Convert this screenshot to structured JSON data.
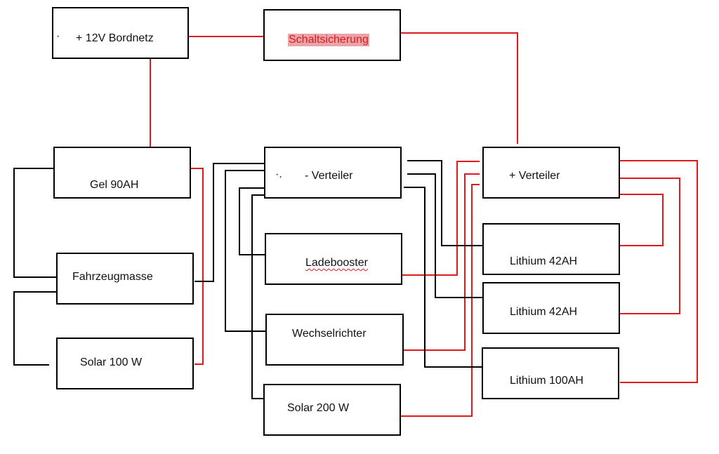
{
  "colors": {
    "wire_pos": "#e0191c",
    "wire_neg": "#000000",
    "highlight": "#e8a4a8"
  },
  "components": {
    "bordnetz": {
      "prefix": "·",
      "label": "+ 12V Bordnetz"
    },
    "schaltsicherung": {
      "label": "Schaltsicherung"
    },
    "gel": {
      "label": "Gel 90AH"
    },
    "minus_verteiler": {
      "prefix": "·.",
      "label": "- Verteiler"
    },
    "plus_verteiler": {
      "label": "+ Verteiler"
    },
    "fahrzeugmasse": {
      "label": "Fahrzeugmasse"
    },
    "solar100": {
      "label": "Solar 100 W"
    },
    "ladebooster": {
      "label": "Ladebooster"
    },
    "wechselrichter": {
      "label": "Wechselrichter"
    },
    "solar200": {
      "label": "Solar 200 W"
    },
    "lithium1": {
      "label": "Lithium 42AH"
    },
    "lithium2": {
      "label": "Lithium 42AH"
    },
    "lithium3": {
      "label": "Lithium 100AH"
    }
  }
}
